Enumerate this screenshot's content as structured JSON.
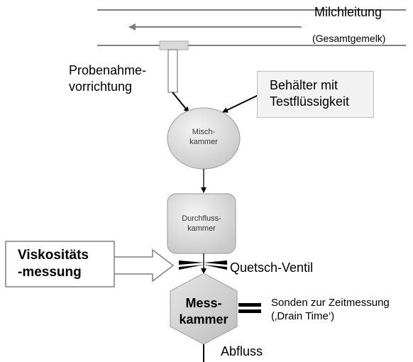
{
  "labels": {
    "milk_line": "Milchleitung",
    "milk_line_sub": "(Gesamtgemelk)",
    "sampling_line1": "Probenahme-",
    "sampling_line2": "vorrichtung",
    "container_line1": "Behälter mit",
    "container_line2": "Testflüssigkeit",
    "mixing_line1": "Misch-",
    "mixing_line2": "kammer",
    "flow_line1": "Durchfluss-",
    "flow_line2": "kammer",
    "viscosity_line1": "Viskositäts",
    "viscosity_line2": "-messung",
    "pinch_valve": "Quetsch-Ventil",
    "measuring_line1": "Mess-",
    "measuring_line2": "kammer",
    "probes_line1": "Sonden zur Zeitmessung",
    "probes_line2": "(‚Drain Time‘)",
    "drain": "Abfluss"
  },
  "colors": {
    "line": "#7f7f7f",
    "shape_fill": "#d9d9d9",
    "shape_stroke": "#a6a6a6",
    "box_fill": "#f2f2f2",
    "text": "#000000"
  }
}
